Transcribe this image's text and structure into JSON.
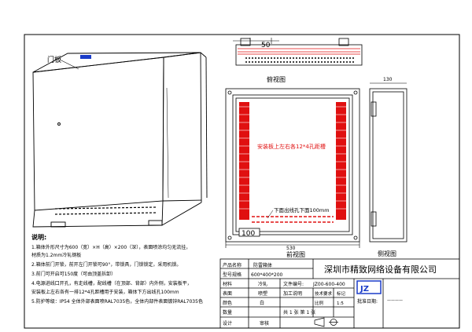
{
  "drawing": {
    "door_label": "门板",
    "top_view_label": "俯视图",
    "front_view_label": "前视图",
    "side_view_label": "侧视图",
    "dim_50": "50",
    "dim_100": "100",
    "dim_width": "530",
    "dim_depth": "130",
    "mount_text": "安装板上左右各12*4孔距槽",
    "bottom_text": "下面出线孔下面100mm",
    "colors": {
      "line": "#000000",
      "red": "#e01010",
      "blue": "#1a3cc8"
    }
  },
  "notes": {
    "title": "说明:",
    "lines": [
      "1.箱体外形尺寸为600（宽）×H（高）×200（深），表面喷涂均匀无流挂，",
      "  材质为1.2mm冷轧钢板",
      "2.箱体前门开锁，前开左门开锁可90°，带锁具，门锁锁定，采用机锁。",
      "3.前门可开启可150度（可由顶盖拆卸）",
      "4.电源进线口开孔，有走线槽，配线槽（在顶部、背部）内外侧，安装板平，",
      "  安装板上左右各有一排12*4孔距槽用于安装，箱体下方出线孔100mm",
      "5.防护等级：IP54 全体外部表面喷RAL7035色，全体内部件表面镀锌RAL7035色"
    ]
  },
  "title_block": {
    "company": "深圳市精致网络设备有限公司",
    "left_rows": [
      [
        "产品名称",
        "防雷箱体"
      ],
      [
        "型号规格",
        "600*400*200"
      ],
      [
        "材料",
        "冷轧"
      ],
      [
        "表面",
        "喷塑"
      ],
      [
        "颜色",
        "白"
      ],
      [
        "数量",
        ""
      ],
      [
        "设计",
        "审核"
      ]
    ],
    "drawing_no_label": "文件编号:",
    "drawing_no": "JZ00-600-400",
    "process_label": "加工说明",
    "tech_label": "技术要求",
    "mark_label": "标记",
    "scale_label": "比例",
    "scale": "1:5",
    "count": "共 1 张  第 1 张",
    "logo_text": "JZ",
    "approval_label": "批准日期:",
    "approval_value": "————"
  }
}
